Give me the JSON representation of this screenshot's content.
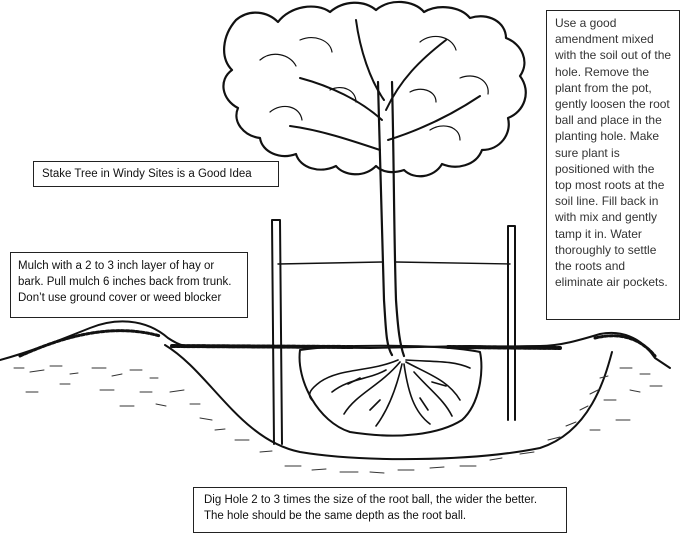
{
  "callouts": {
    "stake": "Stake Tree in Windy Sites is a Good Idea",
    "mulch": "Mulch with a 2 to 3 inch layer of hay or bark. Pull mulch 6 inches back from trunk. Don’t use ground cover or weed blocker",
    "planting": "Use a good amendment mixed with the soil out of the hole. Remove the plant from the pot, gently loosen the root ball and place in the planting hole. Make sure plant is positioned with the top most roots at the soil line. Fill back in with mix and gently tamp it in. Water thoroughly to settle the roots and eliminate air pockets.",
    "dig": "Dig Hole 2 to 3 times the size of the root ball, the wider the better. The hole should be the same depth as the root ball."
  },
  "colors": {
    "ink": "#111111",
    "paper": "#ffffff"
  }
}
